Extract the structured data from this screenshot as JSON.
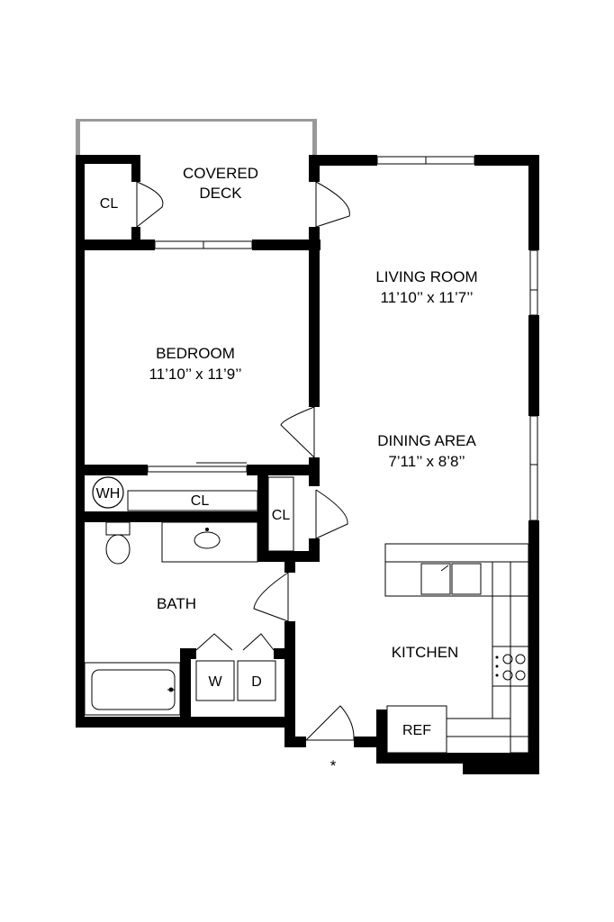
{
  "rooms": {
    "covered_deck": {
      "line1": "COVERED",
      "line2": "DECK"
    },
    "living_room": {
      "name": "LIVING ROOM",
      "dims": "11’10’’ x 11’7’’"
    },
    "bedroom": {
      "name": "BEDROOM",
      "dims": "11’10’’ x 11’9’’"
    },
    "dining_area": {
      "name": "DINING AREA",
      "dims": "7’11’’ x 8’8’’"
    },
    "bath": {
      "name": "BATH"
    },
    "kitchen": {
      "name": "KITCHEN"
    }
  },
  "fixtures": {
    "deck_closet": "CL",
    "bedroom_closet": "CL",
    "hall_closet": "CL",
    "water_heater": "WH",
    "washer": "W",
    "dryer": "D",
    "refrigerator": "REF"
  },
  "entry_marker": "*"
}
